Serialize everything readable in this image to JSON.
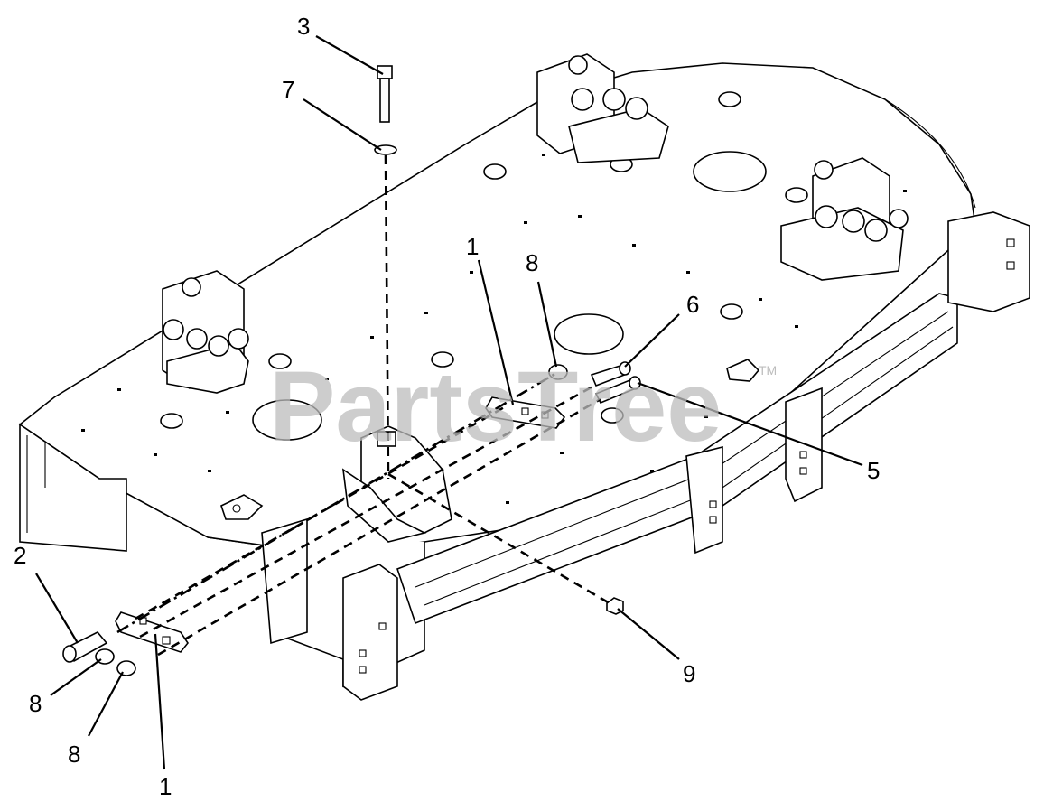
{
  "watermark": {
    "brand": "PartsTree",
    "trademark": "TM"
  },
  "callouts": {
    "c3": "3",
    "c7": "7",
    "c1_top": "1",
    "c8_top": "8",
    "c6": "6",
    "c5": "5",
    "c2": "2",
    "c8_left_a": "8",
    "c8_left_b": "8",
    "c1_bottom": "1",
    "c9": "9"
  }
}
